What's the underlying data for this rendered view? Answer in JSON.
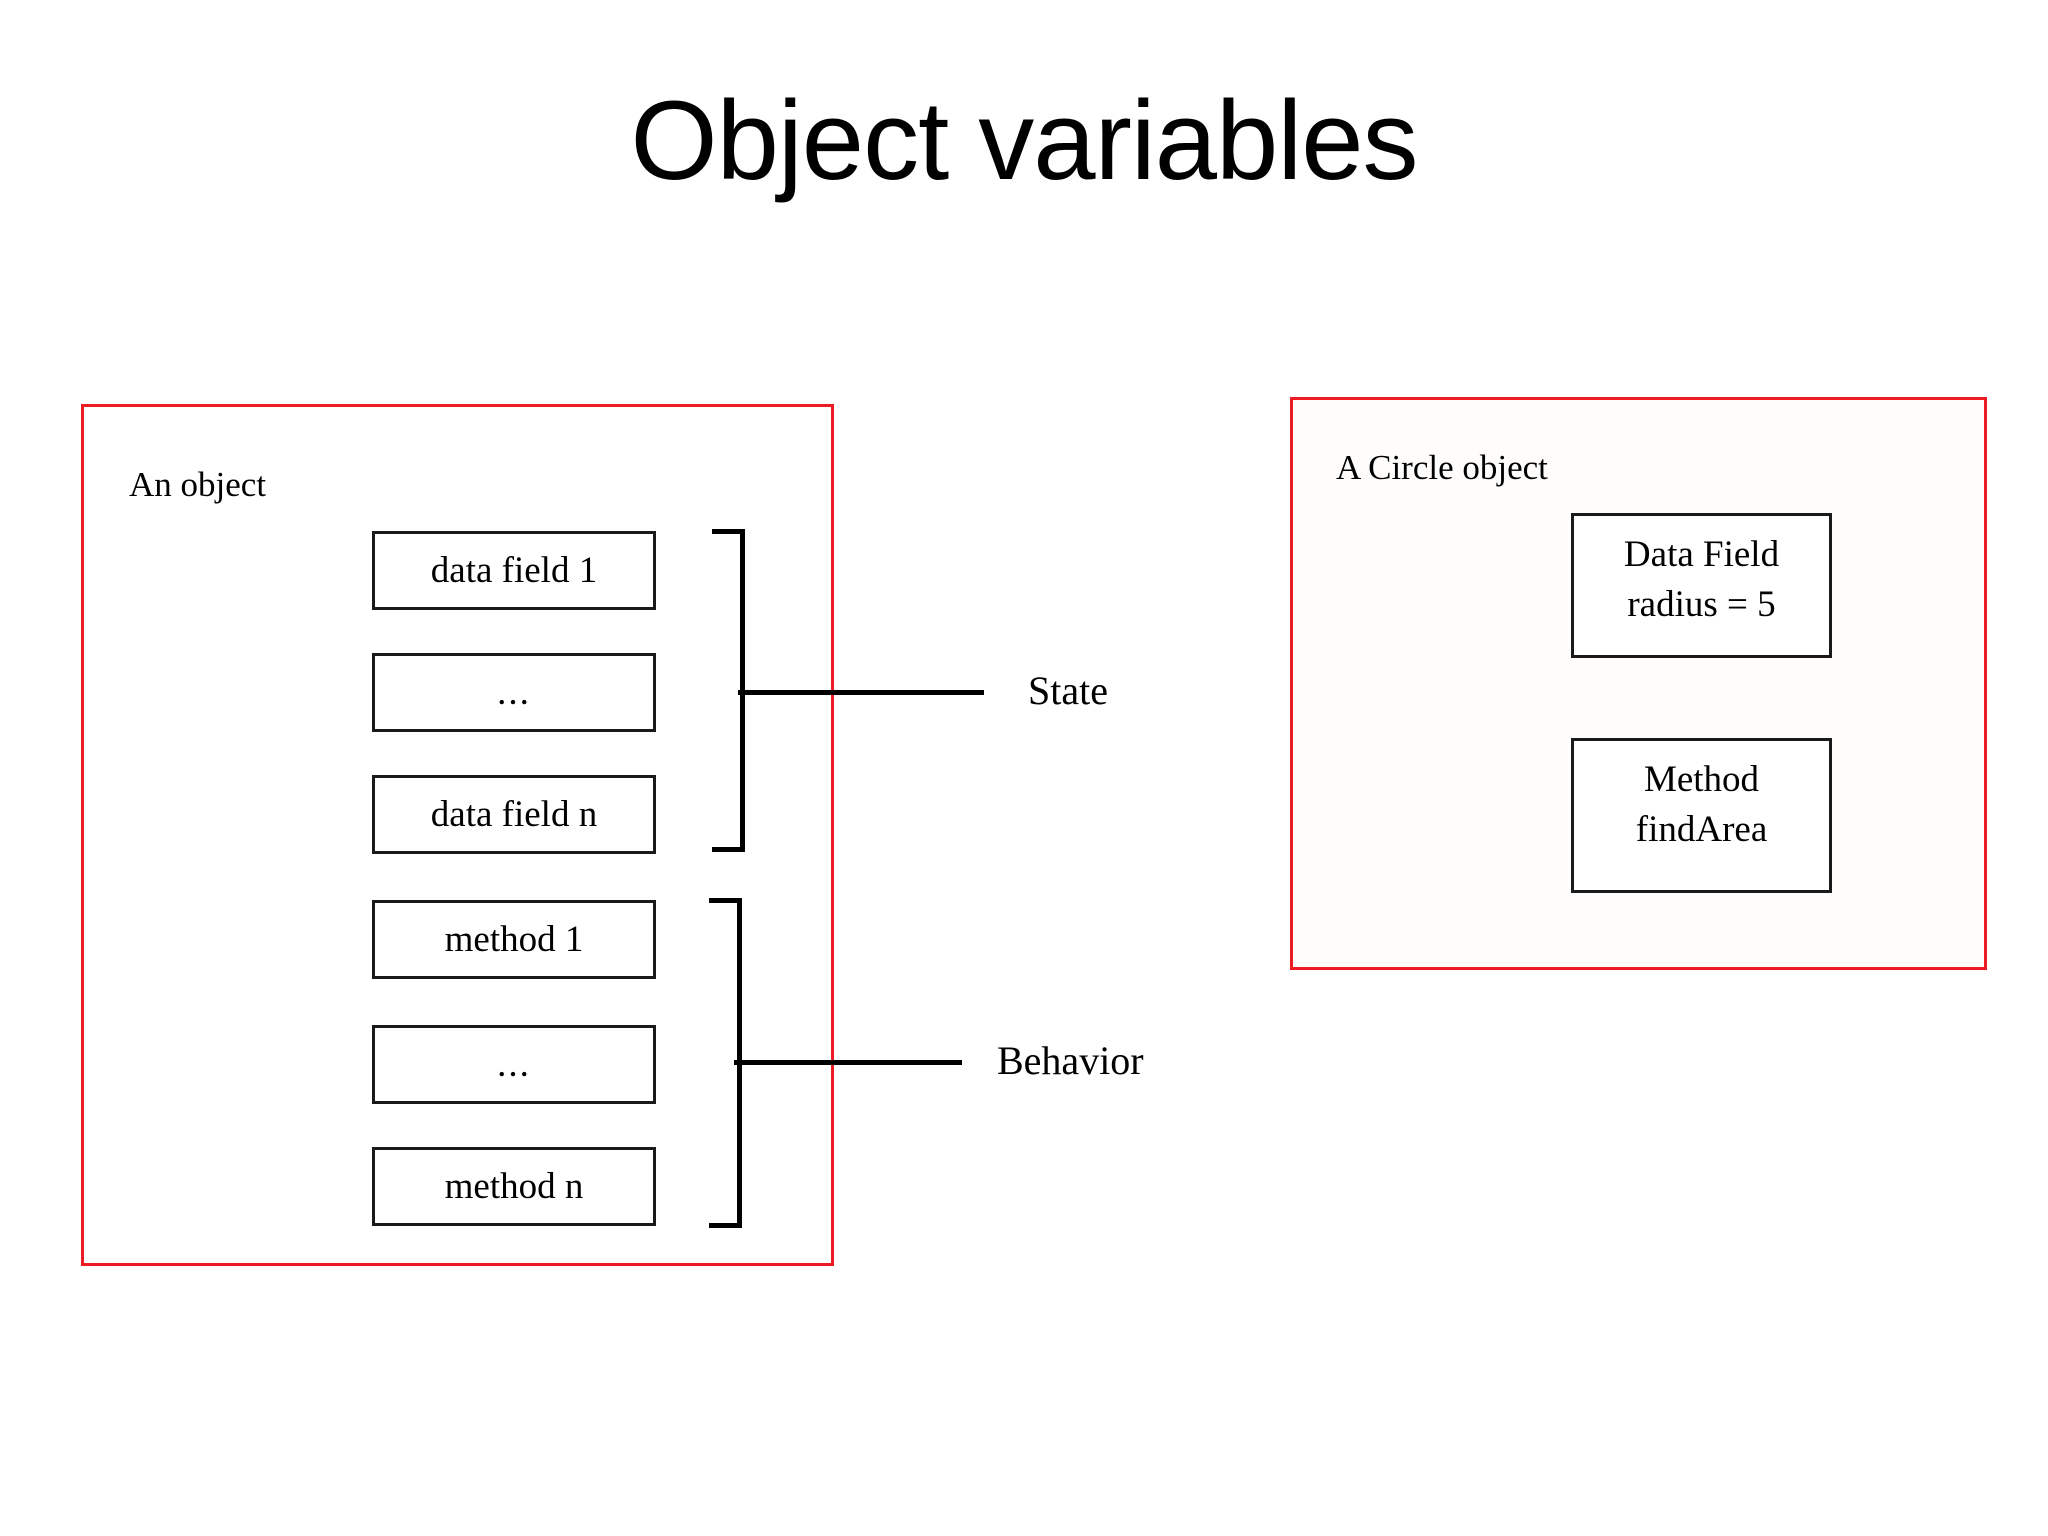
{
  "slide": {
    "title": "Object variables",
    "background_color": "#ffffff",
    "accent_color": "#ee1c22",
    "outline_color": "#1a1a1a"
  },
  "object_panel": {
    "caption": "An object",
    "members": [
      {
        "label": "data field 1",
        "kind": "data-field"
      },
      {
        "label": "...",
        "kind": "ellipsis"
      },
      {
        "label": "data field n",
        "kind": "data-field"
      },
      {
        "label": "method 1",
        "kind": "method"
      },
      {
        "label": "...",
        "kind": "ellipsis"
      },
      {
        "label": "method n",
        "kind": "method"
      }
    ],
    "groups": [
      {
        "label": "State",
        "covers": "data fields"
      },
      {
        "label": "Behavior",
        "covers": "methods"
      }
    ]
  },
  "circle_panel": {
    "caption": "A Circle object",
    "boxes": [
      {
        "line1": "Data Field",
        "line2": "radius = 5"
      },
      {
        "line1": "Method",
        "line2": "findArea"
      }
    ]
  }
}
